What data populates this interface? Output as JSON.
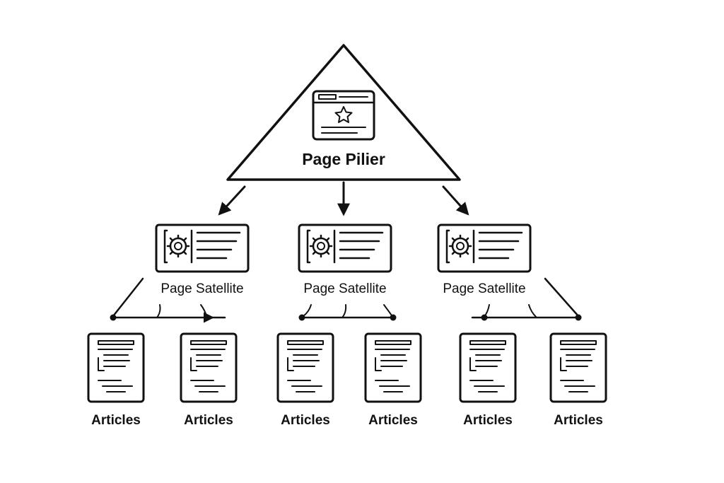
{
  "pillar": {
    "label": "Page Pilier",
    "icon": "browser-star-icon"
  },
  "satellites": [
    {
      "label": "Page Satellite",
      "icon": "gear-card-icon",
      "articles": [
        {
          "label": "Articles"
        },
        {
          "label": "Articles"
        }
      ]
    },
    {
      "label": "Page Satellite",
      "icon": "gear-card-icon",
      "articles": [
        {
          "label": "Articles"
        },
        {
          "label": "Articles"
        }
      ]
    },
    {
      "label": "Page Satellite",
      "icon": "gear-card-icon",
      "articles": [
        {
          "label": "Articles"
        },
        {
          "label": "Articles"
        }
      ]
    }
  ],
  "colors": {
    "ink": "#111111",
    "background": "#ffffff"
  }
}
